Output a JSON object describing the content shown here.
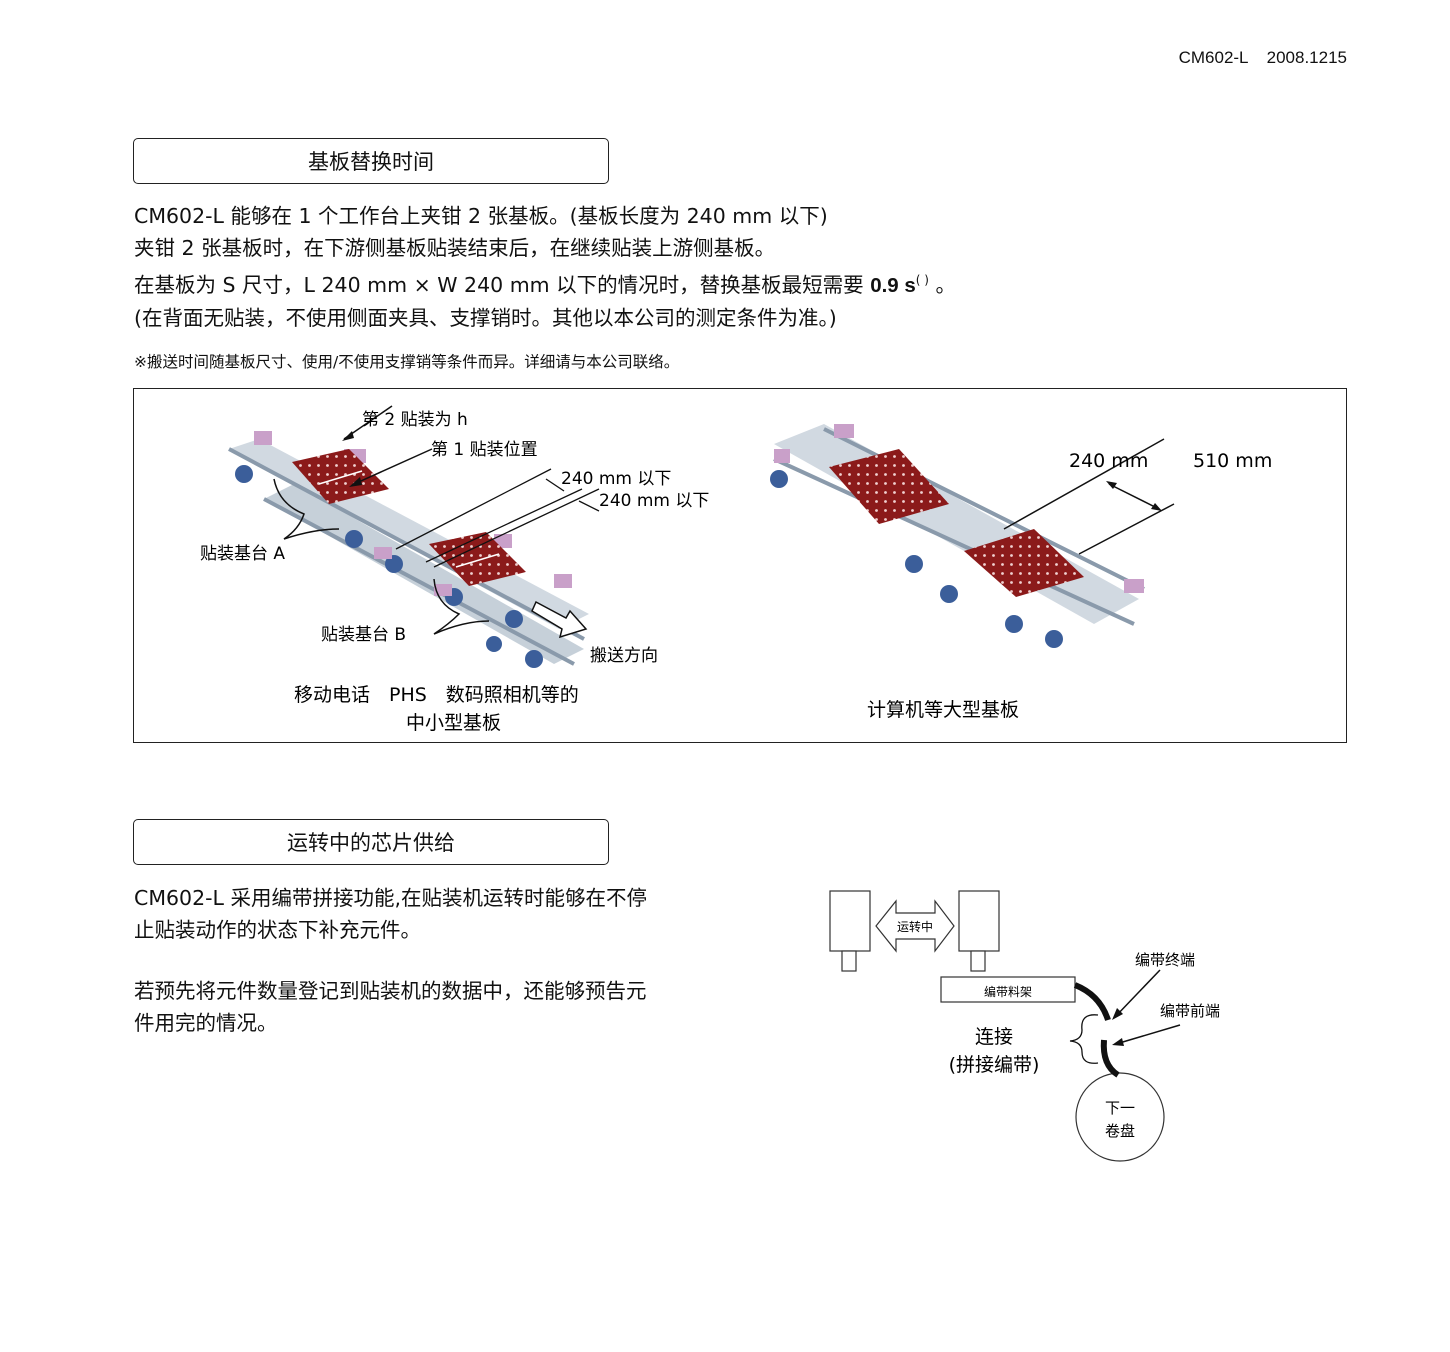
{
  "header": {
    "model": "CM602-L",
    "version": "2008.1215"
  },
  "section1": {
    "title": "基板替换时间",
    "lines": [
      "CM602-L 能够在 1 个工作台上夹钳 2 张基板。(基板长度为 240 mm 以下)",
      "夹钳 2 张基板时，在下游侧基板贴装结束后，在继续贴装上游侧基板。",
      "在基板为 S 尺寸，L 240 mm × W 240 mm 以下的情况时，替换基板最短需要 ",
      "(在背面无贴装，不使用侧面夹具、支撑销时。其他以本公司的测定条件为准。)"
    ],
    "time_value": "0.9 s",
    "time_sup": "( )",
    "line3_end": " 。",
    "note": "※搬送时间随基板尺寸、使用/不使用支撑销等条件而异。详细请与本公司联络。"
  },
  "figure1": {
    "left": {
      "label_second": "第 2 贴装为 h",
      "label_first": "第 1 贴装位置",
      "dim1": "240 mm 以下",
      "dim2": "240 mm 以下",
      "stage_a": "贴装基台 A",
      "stage_b": "贴装基台 B",
      "direction": "搬送方向",
      "caption1": "移动电话　PHS　数码照相机等的",
      "caption2": "中小型基板"
    },
    "right": {
      "dim1": "240 mm",
      "dim2": "510 mm",
      "caption": "计算机等大型基板"
    }
  },
  "section2": {
    "title": "运转中的芯片供给",
    "para1": [
      "CM602-L 采用编带拼接功能,在贴装机运转时能够在不停",
      "止贴装动作的状态下补充元件。"
    ],
    "para2": [
      "若预先将元件数量登记到贴装机的数据中，还能够预告元",
      "件用完的情况。"
    ]
  },
  "diagram2": {
    "running": "运转中",
    "feeder": "编带料架",
    "tape_end": "编带终端",
    "tape_front": "编带前端",
    "splice1": "连接",
    "splice2": "(拼接编带)",
    "reel1": "下一",
    "reel2": "卷盘"
  },
  "colors": {
    "board": "#8b1a1a",
    "frame": "#9aa8b8",
    "motor": "#3b5e9a",
    "accent": "#c9a0c9"
  }
}
